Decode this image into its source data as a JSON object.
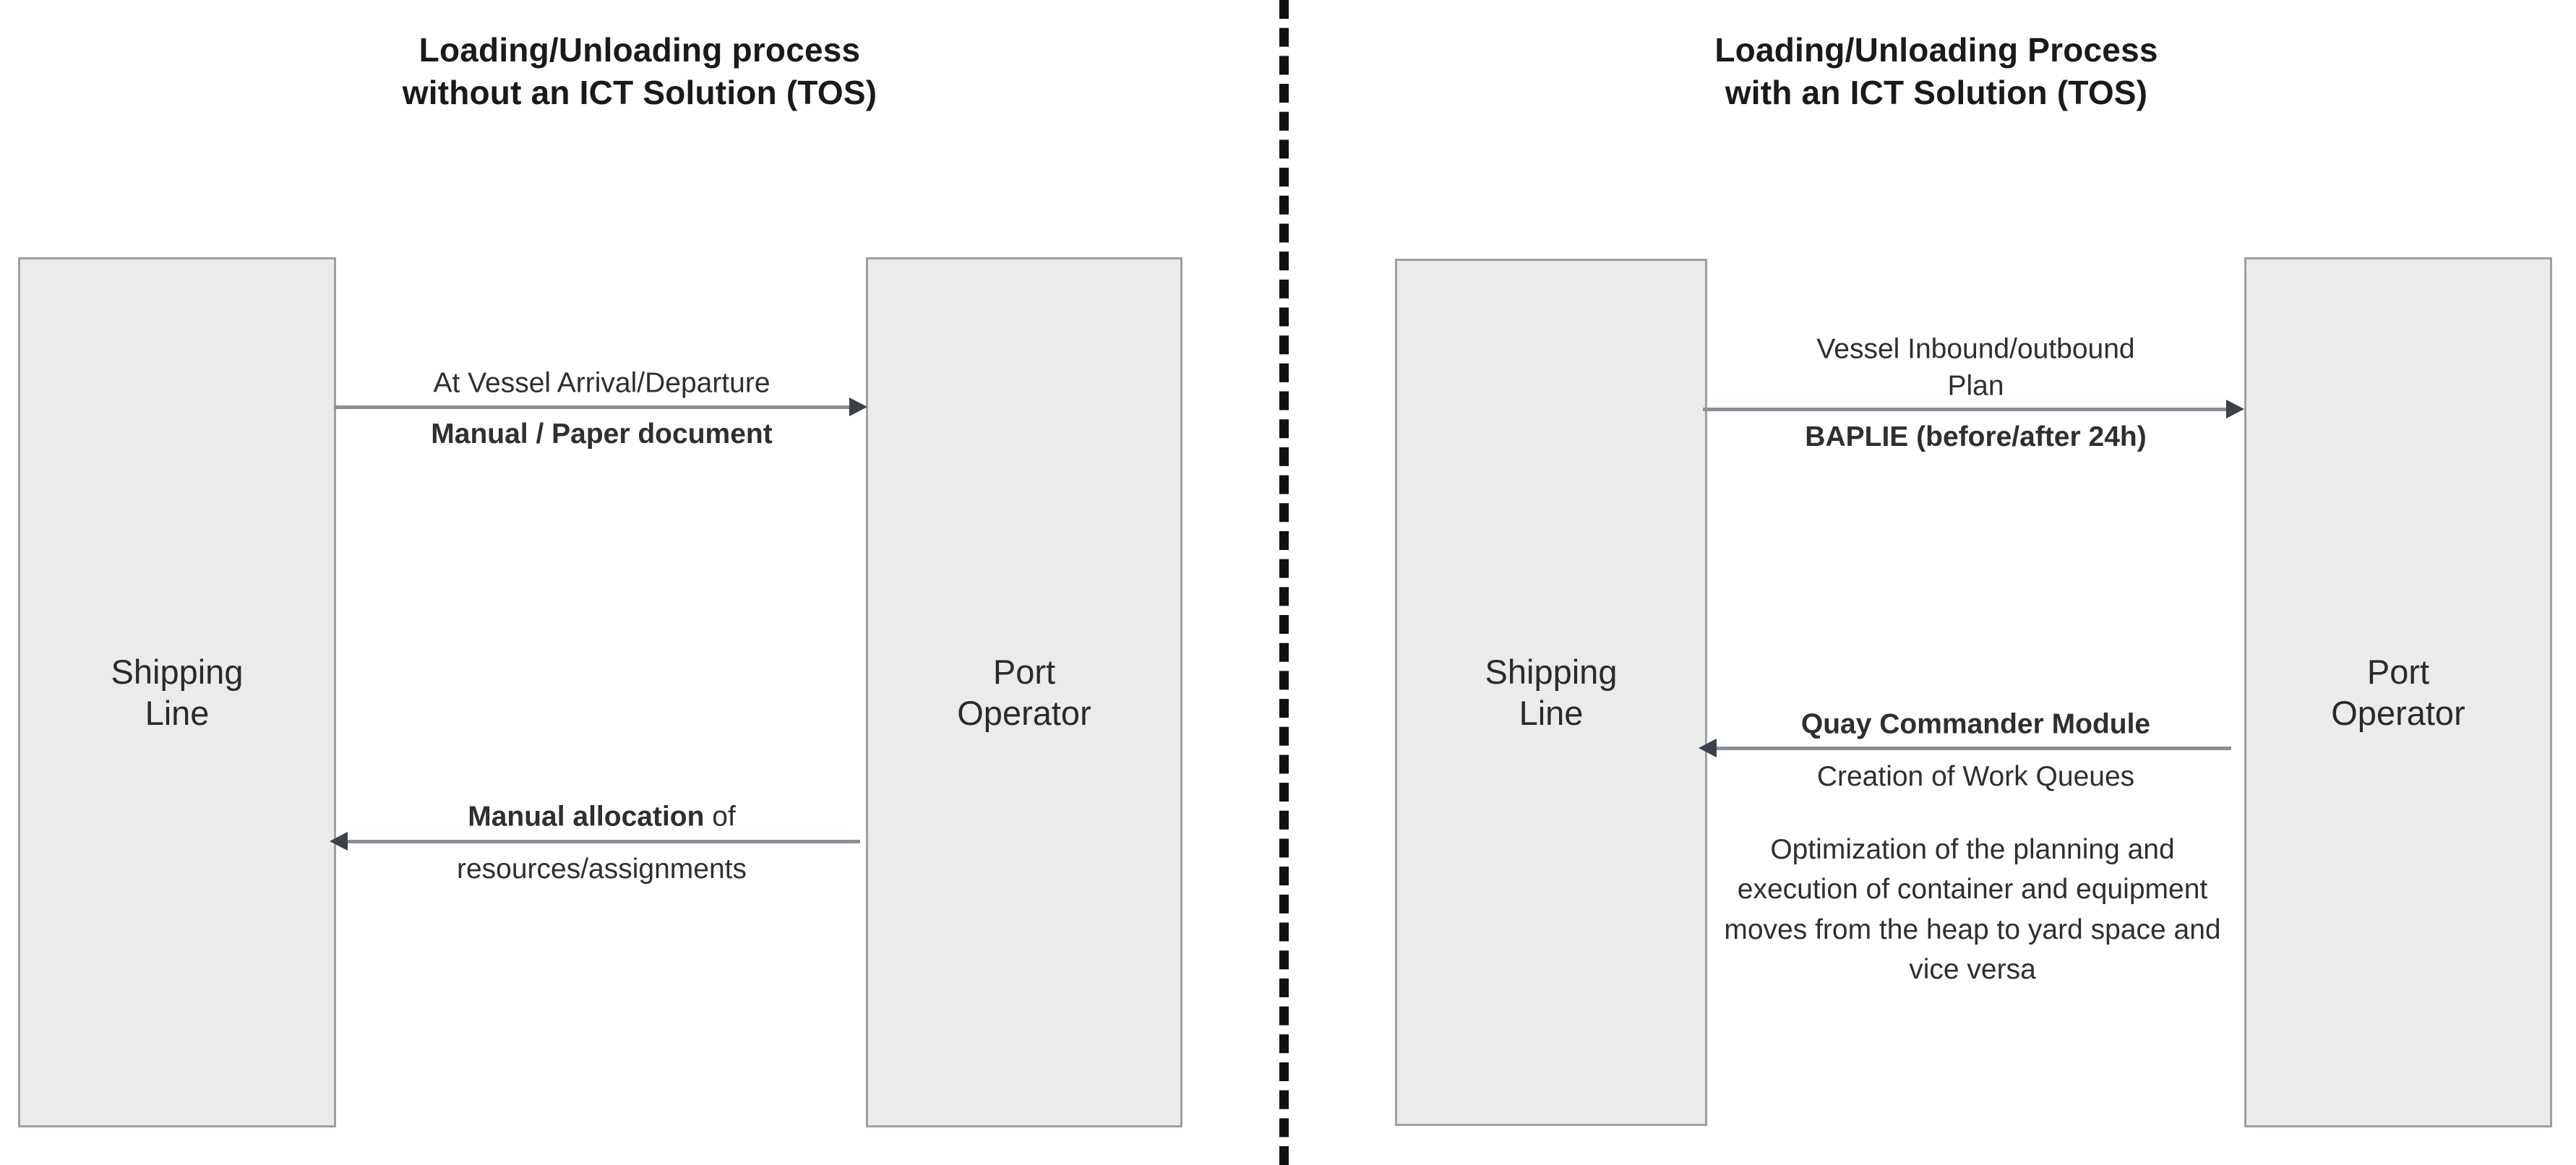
{
  "left_panel": {
    "title_line1": "Loading/Unloading process",
    "title_line2": "without an ICT Solution (TOS)",
    "actors": {
      "shipping_line_line1": "Shipping",
      "shipping_line_line2": "Line",
      "port_operator_line1": "Port",
      "port_operator_line2": "Operator"
    },
    "messages": [
      {
        "direction": "shipping-line-to-port-operator",
        "above_arrow": "At Vessel Arrival/Departure",
        "below_arrow": "Manual / Paper document"
      },
      {
        "direction": "port-operator-to-shipping-line",
        "above_arrow_bold": "Manual allocation",
        "above_arrow_regular": " of",
        "below_arrow": "resources/assignments"
      }
    ]
  },
  "right_panel": {
    "title_line1": "Loading/Unloading Process",
    "title_line2": "with an ICT Solution (TOS)",
    "actors": {
      "shipping_line_line1": "Shipping",
      "shipping_line_line2": "Line",
      "port_operator_line1": "Port",
      "port_operator_line2": "Operator"
    },
    "messages": [
      {
        "direction": "shipping-line-to-port-operator",
        "above_arrow_line1": "Vessel Inbound/outbound",
        "above_arrow_line2": "Plan",
        "below_arrow": "BAPLIE (before/after 24h)"
      },
      {
        "direction": "port-operator-to-shipping-line",
        "above_arrow": "Quay Commander Module",
        "below_arrow": "Creation of Work Queues",
        "note": "Optimization of the planning and execution of container and equipment moves from the heap to yard space and vice versa"
      }
    ]
  },
  "divider": {
    "style": "vertical-dashed-separator"
  },
  "colors": {
    "box_fill": "#ebebeb",
    "box_border": "#9b9fa6",
    "arrow_line": "#8a8f96",
    "arrow_head": "#3b4049",
    "text": "#2f2f2f",
    "title_text": "#1a1a1a",
    "divider": "#111111",
    "background": "#ffffff"
  }
}
